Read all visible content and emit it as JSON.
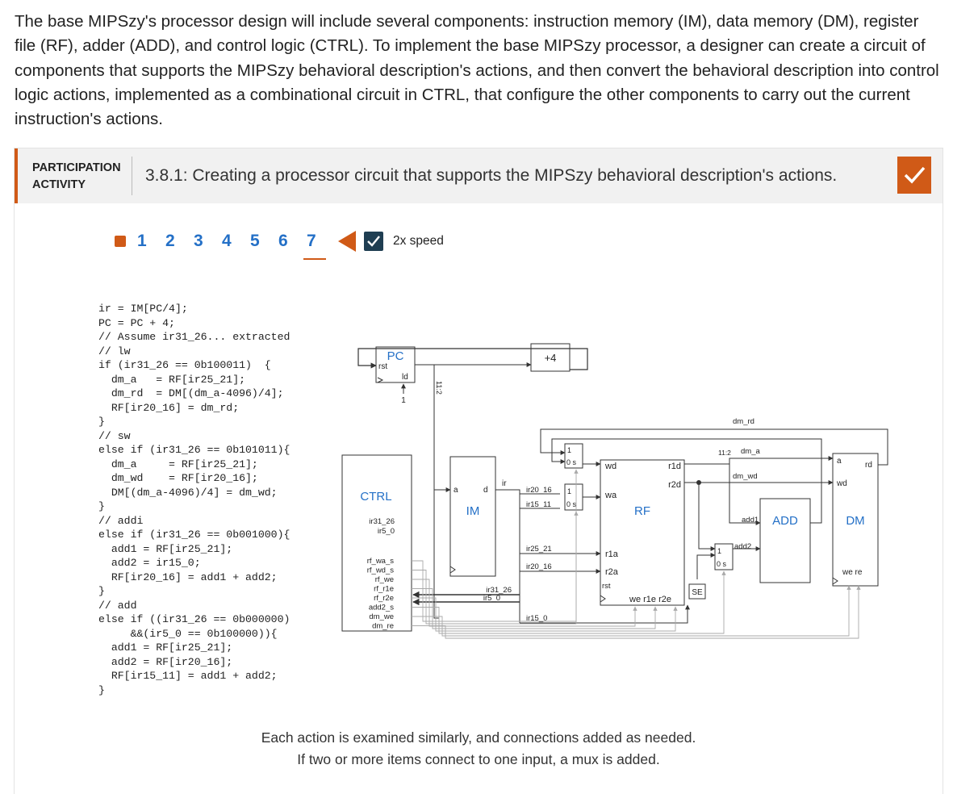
{
  "intro": "The base MIPSzy's processor design will include several components: instruction memory (IM), data memory (DM), register file (RF), adder (ADD), and control logic (CTRL). To implement the base MIPSzy processor, a designer can create a circuit of components that supports the MIPSzy behavioral description's actions, and then convert the behavioral description into control logic actions, implemented as a combinational circuit in CTRL, that configure the other components to carry out the current instruction's actions.",
  "activity": {
    "label_line1": "PARTICIPATION",
    "label_line2": "ACTIVITY",
    "title": "3.8.1: Creating a processor circuit that supports the MIPSzy behavioral description's actions.",
    "status_icon": "checkmark-icon",
    "accent": "#d05a17"
  },
  "controls": {
    "steps": [
      "1",
      "2",
      "3",
      "4",
      "5",
      "6",
      "7"
    ],
    "current_step": "7",
    "speed_checked": true,
    "speed_label": "2x speed"
  },
  "code_lines": [
    "ir = IM[PC/4];",
    "PC = PC + 4;",
    "// Assume ir31_26... extracted",
    "// lw",
    "if (ir31_26 == 0b100011)  {",
    "  dm_a   = RF[ir25_21];",
    "  dm_rd  = DM[(dm_a-4096)/4];",
    "  RF[ir20_16] = dm_rd;",
    "}",
    "// sw",
    "else if (ir31_26 == 0b101011){",
    "  dm_a     = RF[ir25_21];",
    "  dm_wd    = RF[ir20_16];",
    "  DM[(dm_a-4096)/4] = dm_wd;",
    "}",
    "// addi",
    "else if (ir31_26 == 0b001000){",
    "  add1 = RF[ir25_21];",
    "  add2 = ir15_0;",
    "  RF[ir20_16] = add1 + add2;",
    "}",
    "// add",
    "else if ((ir31_26 == 0b000000)",
    "     &&(ir5_0 == 0b100000)){",
    "  add1 = RF[ir25_21];",
    "  add2 = RF[ir20_16];",
    "  RF[ir15_11] = add1 + add2;",
    "}"
  ],
  "diagram": {
    "pc": "PC",
    "pc_rst": "rst",
    "pc_ld": "ld",
    "pc_ld_val": "1",
    "plus4": "+4",
    "tap_11_2": "11:2",
    "ctrl": "CTRL",
    "im": "IM",
    "rf": "RF",
    "add": "ADD",
    "dm": "DM",
    "im_a": "a",
    "im_d": "d",
    "ir": "ir",
    "ir20_16": "ir20_16",
    "ir15_11": "ir15_11",
    "ir25_21": "ir25_21",
    "ir20_16b": "ir20_16",
    "ir31_26": "ir31_26",
    "ir5_0": "ir5_0",
    "ir15_0": "ir15_0",
    "ctrl_ir31_26": "ir31_26",
    "ctrl_ir5_0": "ir5_0",
    "ctrl_outputs": [
      "rf_wa_s",
      "rf_wd_s",
      "rf_we",
      "rf_r1e",
      "rf_r2e",
      "add2_s",
      "dm_we",
      "dm_re"
    ],
    "rf_wd": "wd",
    "rf_wa": "wa",
    "rf_r1a": "r1a",
    "rf_r2a": "r2a",
    "rf_rst": "rst",
    "rf_r1d": "r1d",
    "rf_r2d": "r2d",
    "rf_bottom": "we r1e r2e",
    "se": "SE",
    "add1": "add1",
    "add2": "add2",
    "dm_rd": "dm_rd",
    "dm_a_label": "dm_a",
    "tap_11_2b": "11:2",
    "dm_wd": "dm_wd",
    "dm_a": "a",
    "dm_rd_port": "rd",
    "dm_wd_port": "wd",
    "dm_bottom": "we  re",
    "mux1": "1",
    "mux0s": "0 s"
  },
  "caption": {
    "line1": "Each action is examined similarly, and connections added as needed.",
    "line2": "If two or more items connect to one input, a mux is added."
  }
}
